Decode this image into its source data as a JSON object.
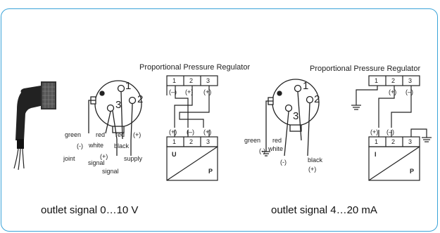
{
  "left": {
    "regulator_title": "Proportional Pressure Regulator",
    "pins_top": [
      "1",
      "2",
      "3"
    ],
    "pins_bottom": [
      "1",
      "2",
      "3"
    ],
    "polarity_top": [
      "(–)",
      "(+)",
      "(+)"
    ],
    "polarity_bottom": [
      "(+)",
      "(–)",
      "(+)"
    ],
    "box_labels": [
      "U",
      "P"
    ],
    "connector_pins": [
      "1",
      "2",
      "3"
    ],
    "wire_labels": {
      "green": "green",
      "minus": "(-)",
      "joint": "joint",
      "red1": "red",
      "white": "white",
      "plus": "(+)",
      "signal1": "signal",
      "signal2": "signal",
      "red2": "red",
      "plus2": "(+)",
      "black": "black",
      "supply": "supply"
    },
    "caption": "outlet signal 0…10 V"
  },
  "right": {
    "regulator_title": "Proportional Pressure Regulator",
    "pins_top": [
      "1",
      "2",
      "3"
    ],
    "pins_bottom": [
      "1",
      "2",
      "3"
    ],
    "polarity_top": [
      "(+)",
      "(–)"
    ],
    "polarity_bottom": [
      "(+)",
      "(–)"
    ],
    "box_labels": [
      "I",
      "P"
    ],
    "connector_pins": [
      "1",
      "2",
      "3"
    ],
    "wire_labels": {
      "green": "green",
      "minus": "(-)",
      "red": "red",
      "white": "white",
      "minus2": "(-)",
      "black": "black",
      "plus": "(+)"
    },
    "caption": "outlet signal 4…20 mA"
  },
  "colors": {
    "border": "#3aa3d8",
    "ink": "#222222"
  }
}
